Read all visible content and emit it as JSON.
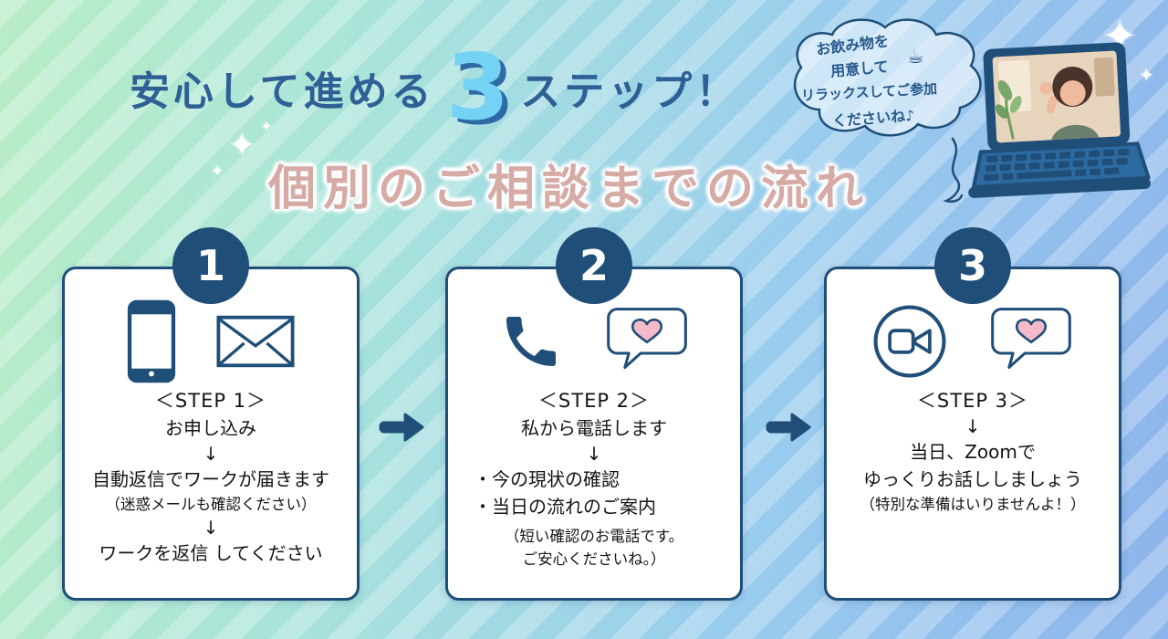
{
  "header": {
    "title_prefix": "安心して進める",
    "title_number": "3",
    "title_suffix": "ステップ！",
    "subtitle": "個別のご相談までの流れ"
  },
  "bubble": {
    "lines": [
      "お飲み物を",
      "用意して",
      "リラックスしてご参加",
      "くださいね♪"
    ],
    "coffee_icon": "☕"
  },
  "decor": {
    "sparkle": "✦"
  },
  "steps": [
    {
      "number": "1",
      "title": "＜STEP 1＞",
      "lines": [
        "お申し込み",
        "↓",
        "自動返信でワークが届きます",
        "（迷惑メールも確認ください）",
        "↓",
        "ワークを返信 してください"
      ]
    },
    {
      "number": "2",
      "title": "＜STEP 2＞",
      "lines": [
        "私から電話します",
        "↓",
        "・今の現状の確認",
        "・当日の流れのご案内",
        "（短い確認のお電話です。",
        "ご安心くださいね。）"
      ]
    },
    {
      "number": "3",
      "title": "＜STEP 3＞",
      "lines": [
        "↓",
        "当日、Zoomで",
        "ゆっくりお話ししましょう",
        "（特別な準備はいりませんよ！）"
      ]
    }
  ],
  "colors": {
    "navy": "#1f4e79",
    "title_blue": "#2e6096",
    "step_number_blue": "#74d2f4",
    "subtitle_pink": "#d6aba6",
    "heart_pink": "#f5bac9"
  }
}
